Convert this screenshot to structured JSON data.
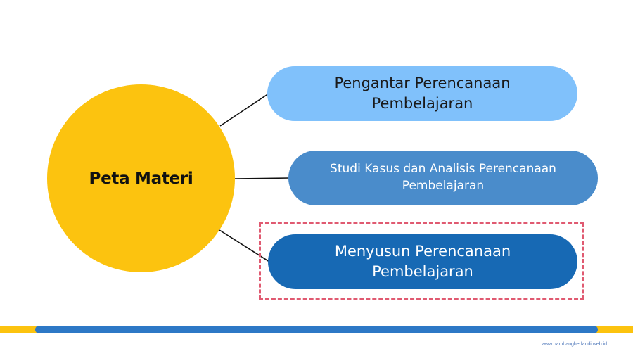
{
  "diagram": {
    "center": {
      "label": "Peta Materi"
    },
    "nodes": [
      {
        "label_line1": "Pengantar Perencanaan",
        "label_line2": "Pembelajaran"
      },
      {
        "label_line1": "Studi Kasus dan Analisis Perencanaan",
        "label_line2": "Pembelajaran"
      },
      {
        "label_line1": "Menyusun Perencanaan",
        "label_line2": "Pembelajaran",
        "highlighted": true
      }
    ]
  },
  "footer": {
    "url": "www.bambangherlandi.web.id"
  },
  "colors": {
    "center": "#fcc30f",
    "node1": "#80c1fb",
    "node2": "#4a8ccb",
    "node3": "#1769b4",
    "highlight": "#e05a71",
    "bar_yellow": "#fcc30f",
    "bar_blue": "#2d78c6"
  }
}
